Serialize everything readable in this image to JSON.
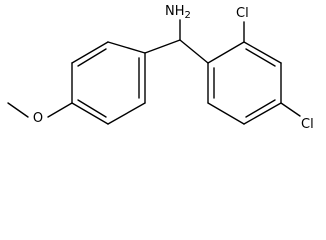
{
  "molecule": {
    "atoms": {
      "amine": {
        "element": "N",
        "hydrogens": "2"
      },
      "chloro_ortho": {
        "text": "Cl"
      },
      "chloro_para": {
        "text": "Cl"
      },
      "methoxy_oxygen": {
        "text": "O"
      }
    },
    "colors": {
      "bond": "#000000",
      "label": "#000000",
      "background": "#ffffff"
    }
  }
}
